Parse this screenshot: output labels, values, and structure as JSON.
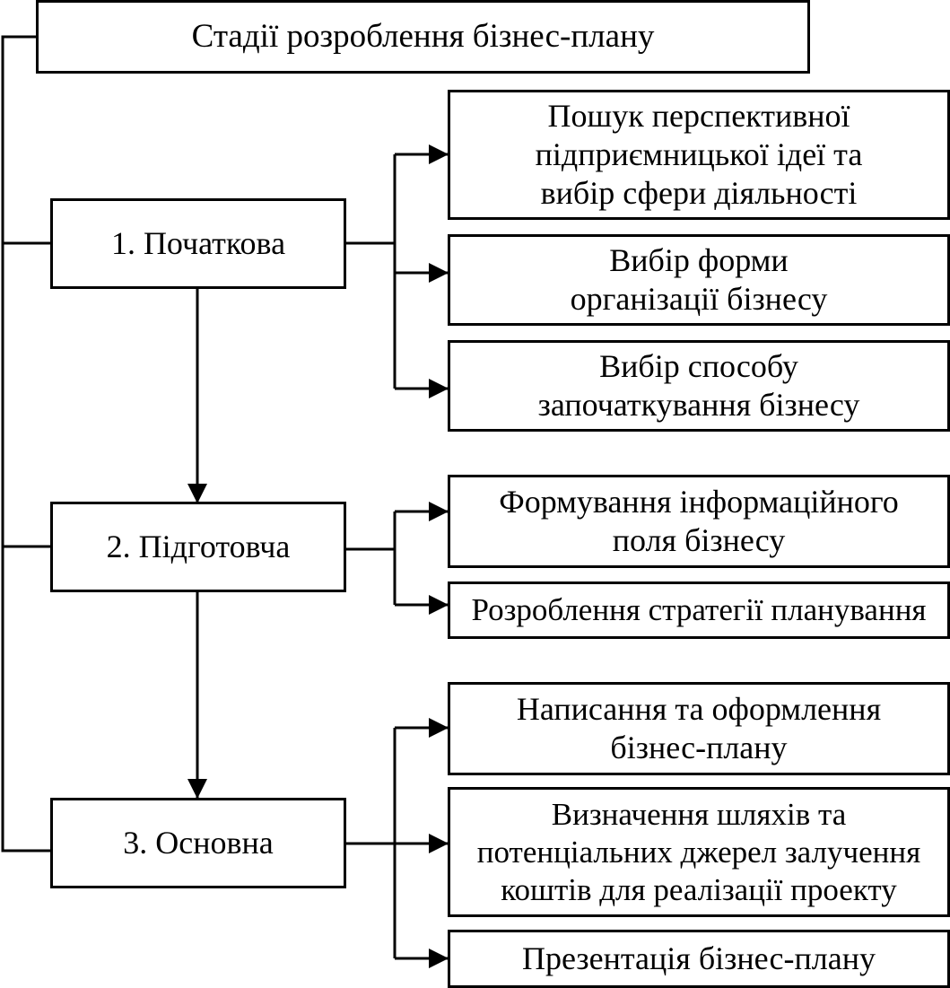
{
  "title": "Стадії розроблення бізнес-плану",
  "stages": [
    {
      "label": "1. Початкова",
      "items": [
        "Пошук перспективної\nпідприємницької ідеї та\nвибір сфери діяльності",
        "Вибір форми\nорганізації бізнесу",
        "Вибір способу\nзапочаткування бізнесу"
      ]
    },
    {
      "label": "2. Підготовча",
      "items": [
        "Формування інформаційного\nполя бізнесу",
        "Розроблення стратегії планування"
      ]
    },
    {
      "label": "3. Основна",
      "items": [
        "Написання та оформлення\nбізнес-плану",
        "Визначення шляхів та\nпотенціальних джерел залучення\nкоштів для реалізації проекту",
        "Презентація бізнес-плану"
      ]
    }
  ]
}
